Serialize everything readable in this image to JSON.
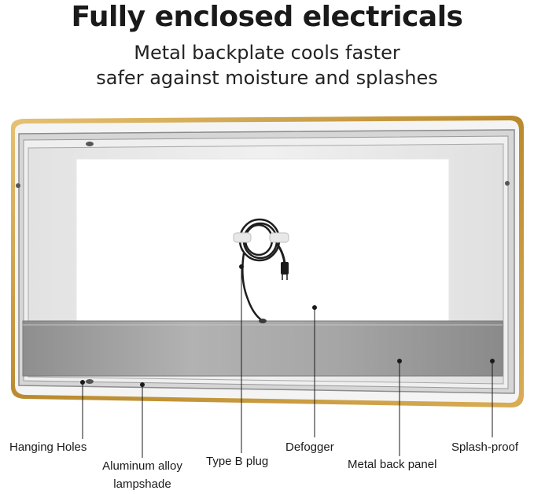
{
  "title": "Fully enclosed electricals",
  "subtitle_lines": [
    "Metal backplate cools faster",
    "safer against moisture and splashes"
  ],
  "callouts": {
    "hanging_holes": "Hanging Holes",
    "aluminum_line1": "Aluminum alloy",
    "aluminum_line2": "lampshade",
    "type_b_plug": "Type B plug",
    "defogger": "Defogger",
    "metal_back_panel": "Metal back panel",
    "splash_proof": "Splash-proof"
  },
  "colors": {
    "frame_gold": "#c8993a",
    "panel_gray": "#9a9a9a",
    "glass_white": "#ffffff"
  },
  "icons": [
    "hanging-hole-icon",
    "power-cord-icon",
    "type-b-plug-icon"
  ]
}
